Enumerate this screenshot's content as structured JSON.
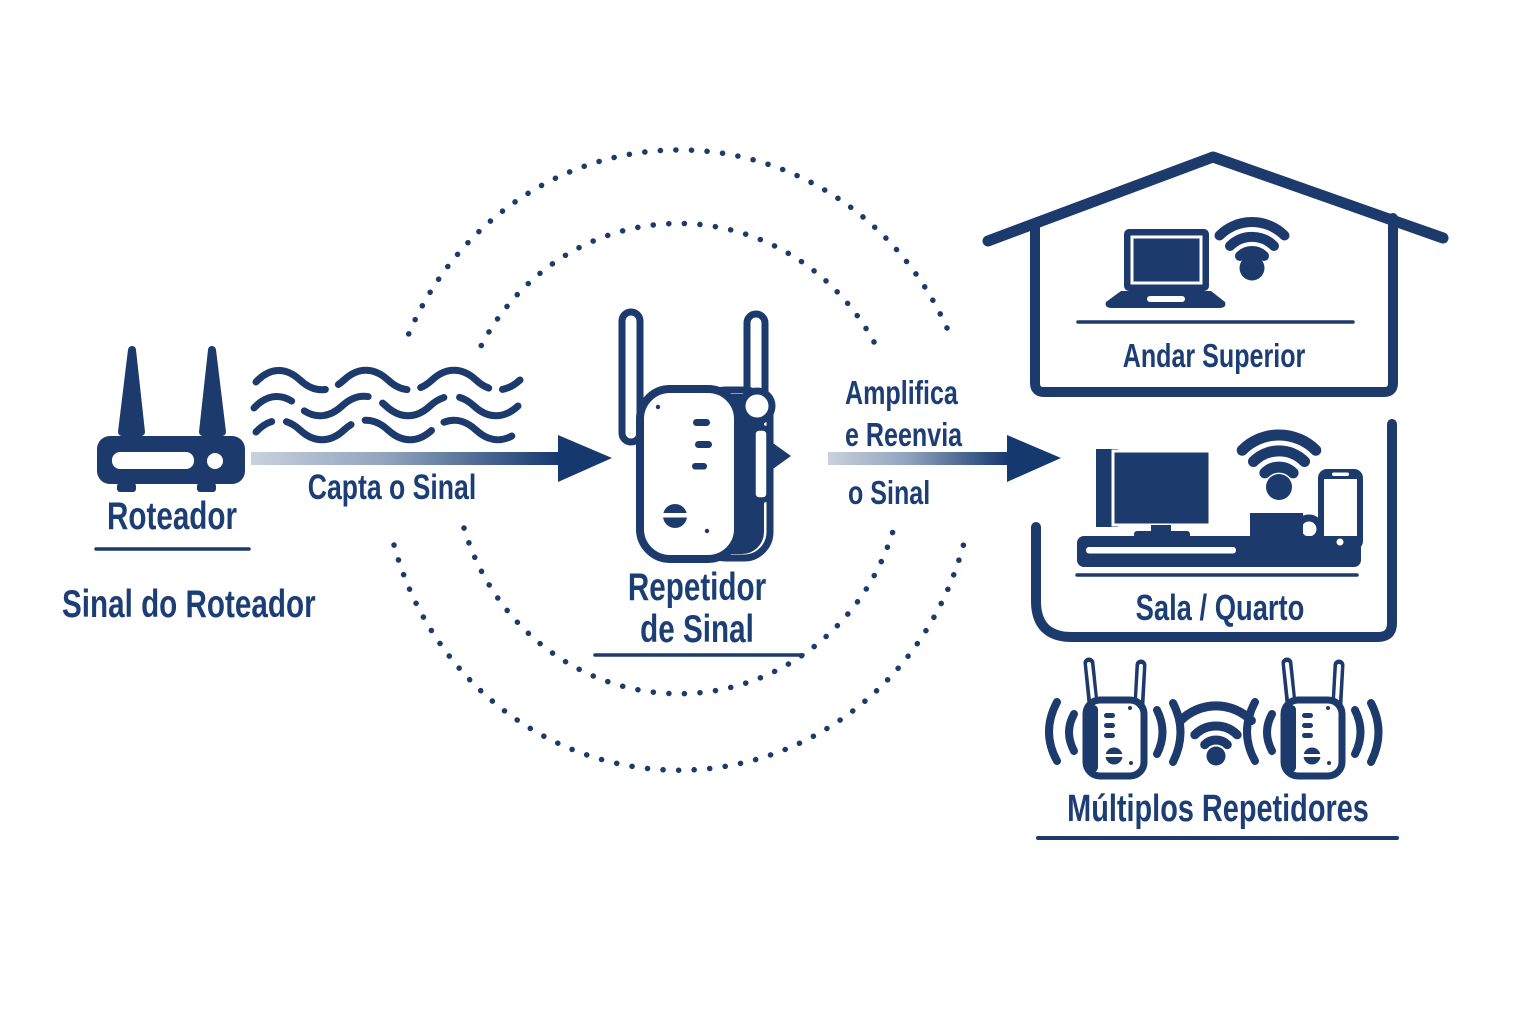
{
  "diagram_title_visible": false,
  "colors": {
    "background": "#ffffff",
    "ink": "#1c3a6c",
    "text": "#1c3e74",
    "arrow_light": "#c9d1dc",
    "arrow_mid": "#8fa2bd",
    "arrow_dark": "#15386e"
  },
  "router": {
    "label": "Roteador",
    "sublabel": "Sinal do Roteador"
  },
  "capta": {
    "label": "Capta o Sinal"
  },
  "repeater": {
    "line1": "Repetidor",
    "line2": "de Sinal"
  },
  "amplifica": {
    "line1": "Amplifica",
    "line2": "e Reenvia",
    "line3": "o Sinal"
  },
  "rooms": {
    "upper": "Andar Superior",
    "living": "Sala / Quarto",
    "multi": "Múltiplos Repetidores"
  },
  "icons": {
    "router": "router-icon",
    "signal_waves": "signal-waves-icon",
    "repeater": "repeater-icon",
    "coverage_rings": "coverage-rings-icon",
    "arrow_capta": "arrow-right-icon",
    "arrow_amplifica": "arrow-right-icon",
    "house": "house-outline-icon",
    "laptop": "laptop-icon",
    "wifi_upper": "wifi-icon",
    "tv_media": "tv-media-icon",
    "mug": "mug-icon",
    "phone": "smartphone-icon",
    "wifi_room": "wifi-icon",
    "mini_repeaters": "mini-repeater-icon",
    "wifi_center": "wifi-icon"
  }
}
